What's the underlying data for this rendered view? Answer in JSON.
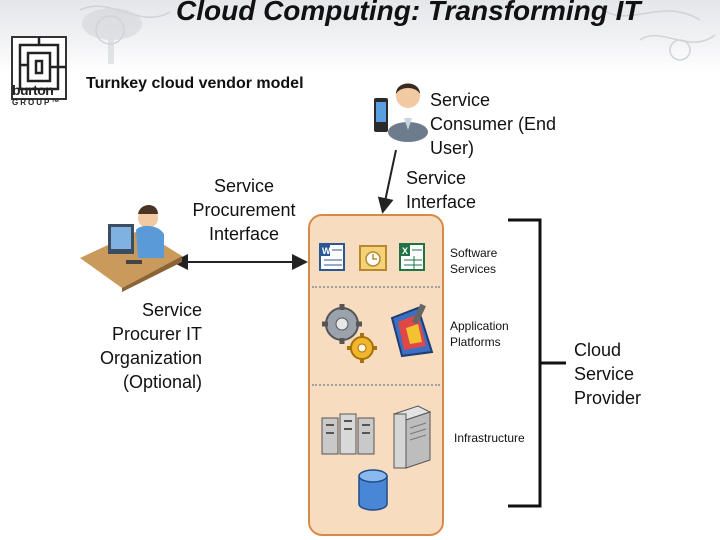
{
  "slide": {
    "title": "Cloud Computing: Transforming IT",
    "subtitle": "Turnkey cloud vendor model"
  },
  "logo": {
    "line1": "burton",
    "line2": "GROUP™"
  },
  "labels": {
    "service_consumer": [
      "Service",
      "Consumer (End",
      "User)"
    ],
    "service_interface": [
      "Service",
      "Interface"
    ],
    "service_procurement_interface": [
      "Service",
      "Procurement",
      "Interface"
    ],
    "service_procurer": [
      "Service",
      "Procurer IT",
      "Organization",
      "(Optional)"
    ],
    "cloud_service_provider": [
      "Cloud",
      "Service",
      "Provider"
    ]
  },
  "layers": {
    "software": [
      "Software",
      "Services"
    ],
    "application": [
      "Application",
      "Platforms"
    ],
    "infrastructure": [
      "Infrastructure"
    ]
  },
  "colors": {
    "cloud_fill": "#f7dcc0",
    "cloud_border": "#d58a4a",
    "arrow": "#222222"
  }
}
